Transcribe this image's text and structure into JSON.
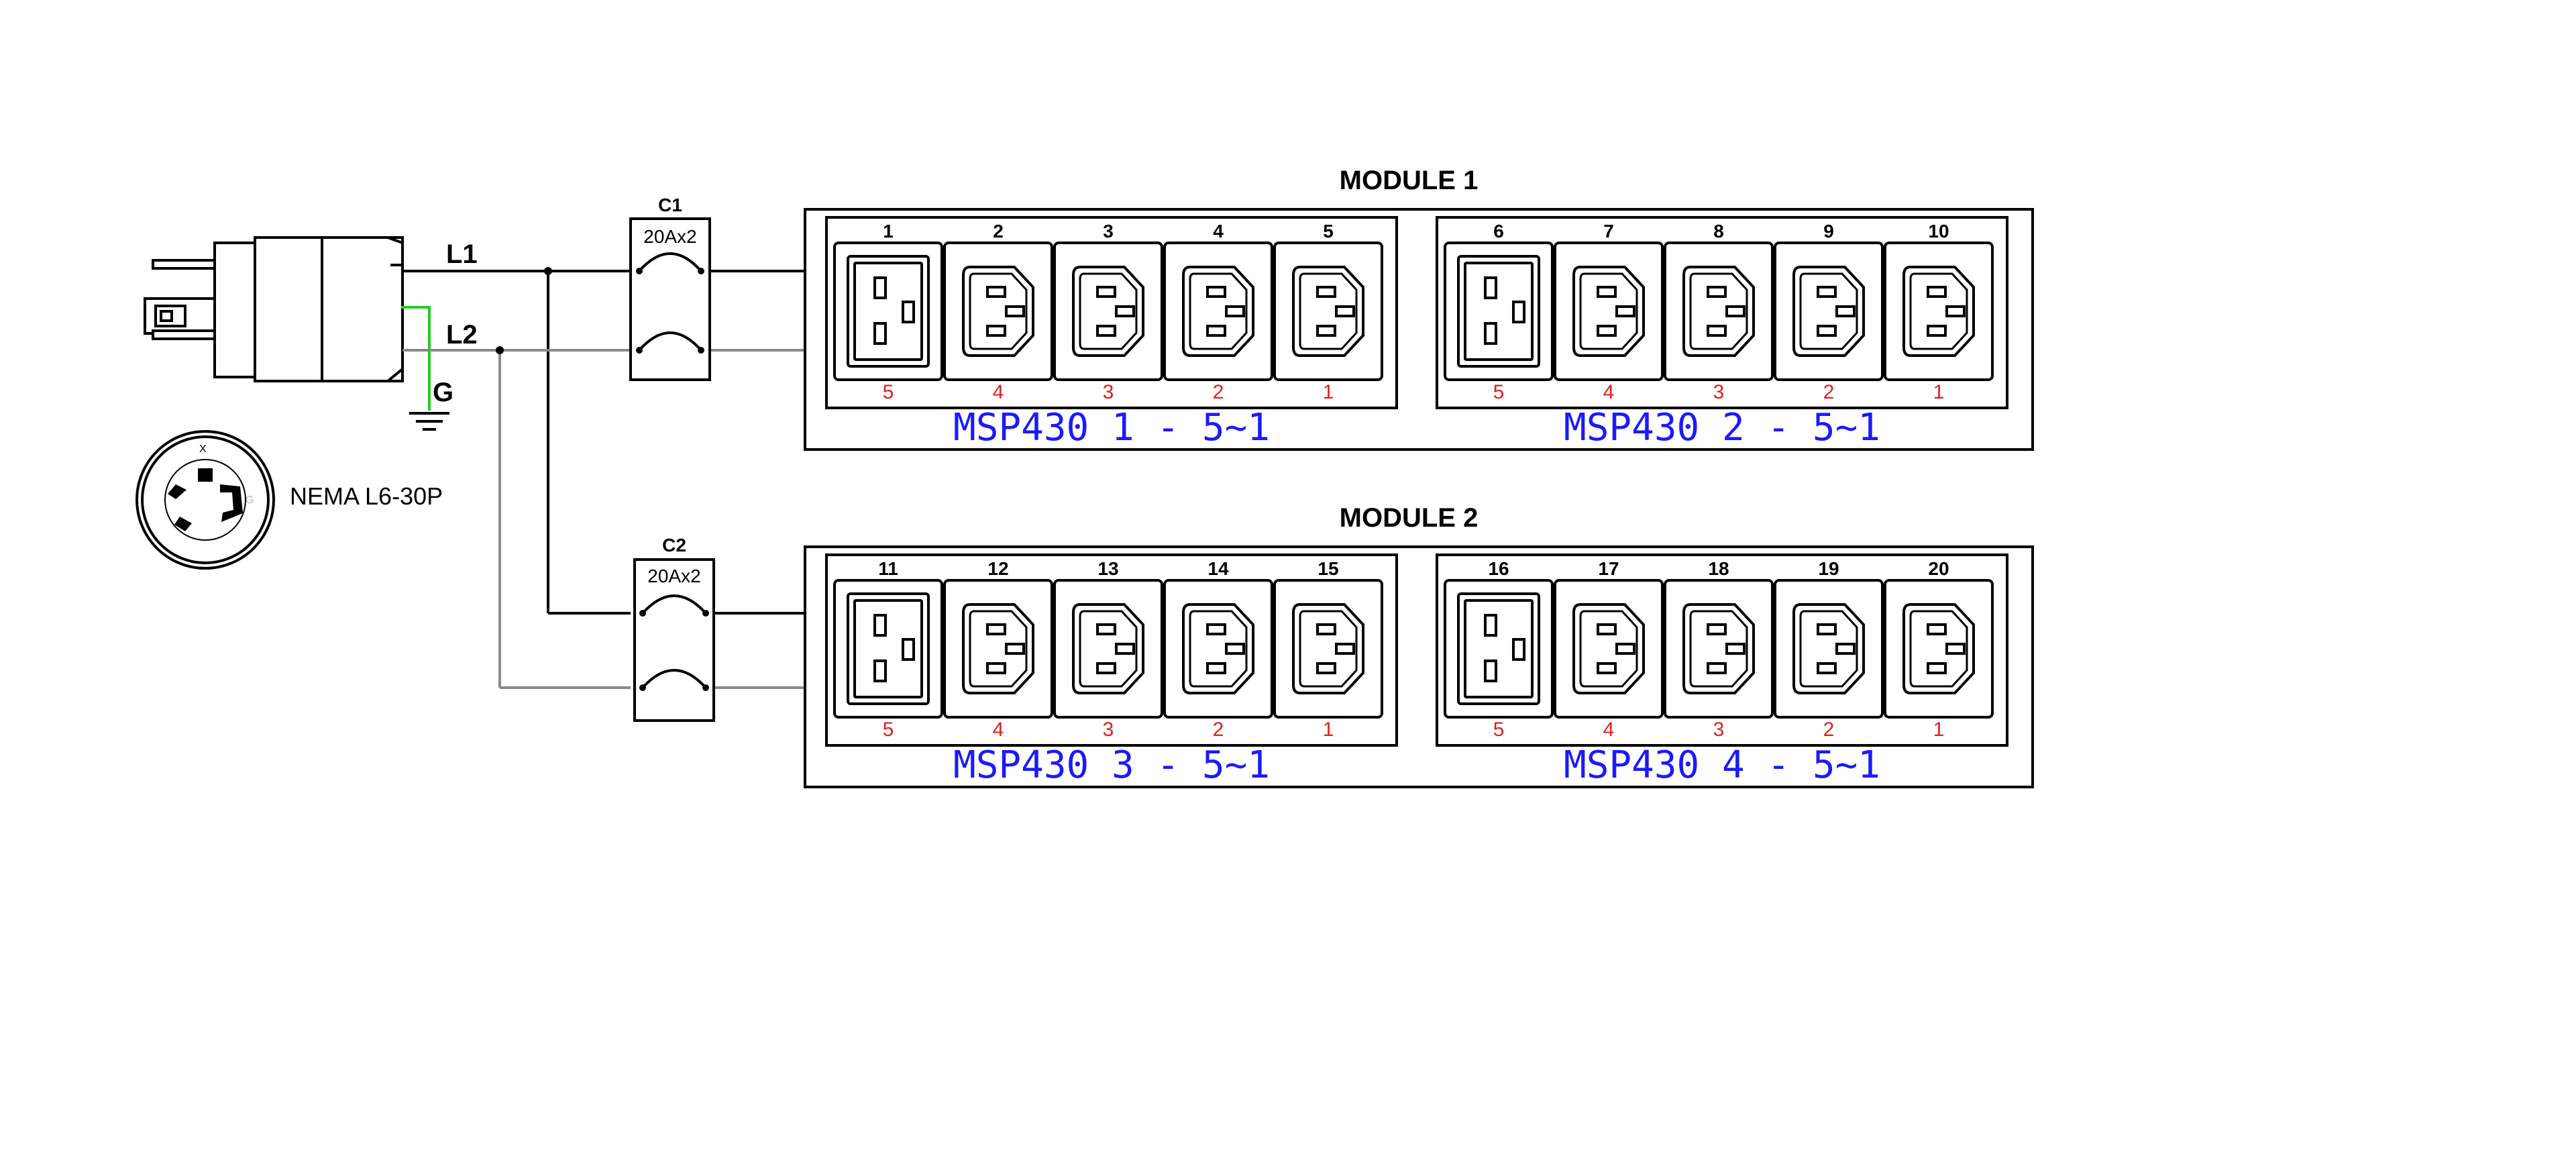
{
  "plug": {
    "labels": {
      "l1": "L1",
      "l2": "L2",
      "g": "G"
    },
    "face_letters": [
      "X",
      "Y",
      "G"
    ],
    "name": "NEMA L6-30P"
  },
  "breakers": [
    {
      "label": "C1",
      "rating": "20Ax2"
    },
    {
      "label": "C2",
      "rating": "20Ax2"
    }
  ],
  "modules": [
    {
      "title": "MODULE 1",
      "groups": [
        {
          "caption": "MSP430 1 - 5~1",
          "outlets": [
            "1",
            "2",
            "3",
            "4",
            "5"
          ],
          "bottom": [
            "5",
            "4",
            "3",
            "2",
            "1"
          ]
        },
        {
          "caption": "MSP430 2 - 5~1",
          "outlets": [
            "6",
            "7",
            "8",
            "9",
            "10"
          ],
          "bottom": [
            "5",
            "4",
            "3",
            "2",
            "1"
          ]
        }
      ]
    },
    {
      "title": "MODULE 2",
      "groups": [
        {
          "caption": "MSP430 3 - 5~1",
          "outlets": [
            "11",
            "12",
            "13",
            "14",
            "15"
          ],
          "bottom": [
            "5",
            "4",
            "3",
            "2",
            "1"
          ]
        },
        {
          "caption": "MSP430 4 - 5~1",
          "outlets": [
            "16",
            "17",
            "18",
            "19",
            "20"
          ],
          "bottom": [
            "5",
            "4",
            "3",
            "2",
            "1"
          ]
        }
      ]
    }
  ],
  "colors": {
    "line": "#000000",
    "l2_wire": "#8a8a8a",
    "ground_wire": "#22cc22",
    "outlet_number": "#e0201a",
    "caption": "#1a1aff"
  }
}
